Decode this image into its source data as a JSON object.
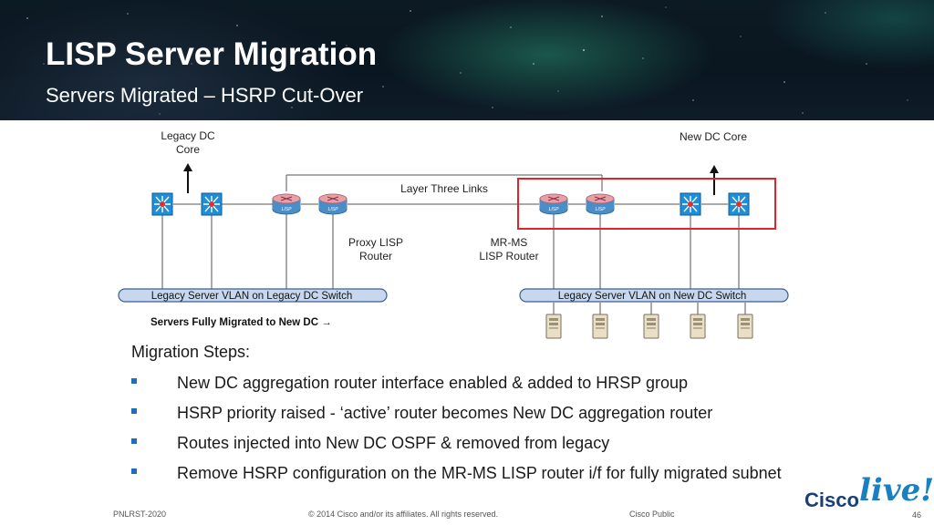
{
  "header": {
    "title": "LISP Server Migration",
    "subtitle": "Servers Migrated – HSRP Cut-Over"
  },
  "diagram": {
    "legacy_core_label_1": "Legacy DC",
    "legacy_core_label_2": "Core",
    "new_core_label": "New DC Core",
    "layer3_label": "Layer Three Links",
    "proxy_label_1": "Proxy LISP",
    "proxy_label_2": "Router",
    "mrms_label_1": "MR-MS",
    "mrms_label_2": "LISP Router",
    "legacy_vlan_label": "Legacy Server VLAN on Legacy DC Switch",
    "new_vlan_label": "Legacy Server VLAN on New DC Switch",
    "migrated_note": "Servers Fully Migrated to New DC →",
    "router_tag": "LISP",
    "highlight_color": "#e0242b",
    "switch_color": "#1e8ed8",
    "router_color": "#e8a0a8"
  },
  "steps": {
    "heading": "Migration Steps:",
    "items": [
      "New DC aggregation router interface enabled & added to HRSP group",
      "HSRP priority raised - ‘active’ router becomes New DC aggregation router",
      "Routes injected into New DC OSPF & removed from legacy",
      "Remove HSRP configuration on the MR-MS LISP router i/f for fully migrated subnet"
    ]
  },
  "footer": {
    "left": "PNLRST-2020",
    "center": "© 2014 Cisco and/or its affiliates. All rights reserved.",
    "right": "Cisco Public",
    "page": "46",
    "logo_cisco": "Cisco",
    "logo_live": "live!"
  }
}
